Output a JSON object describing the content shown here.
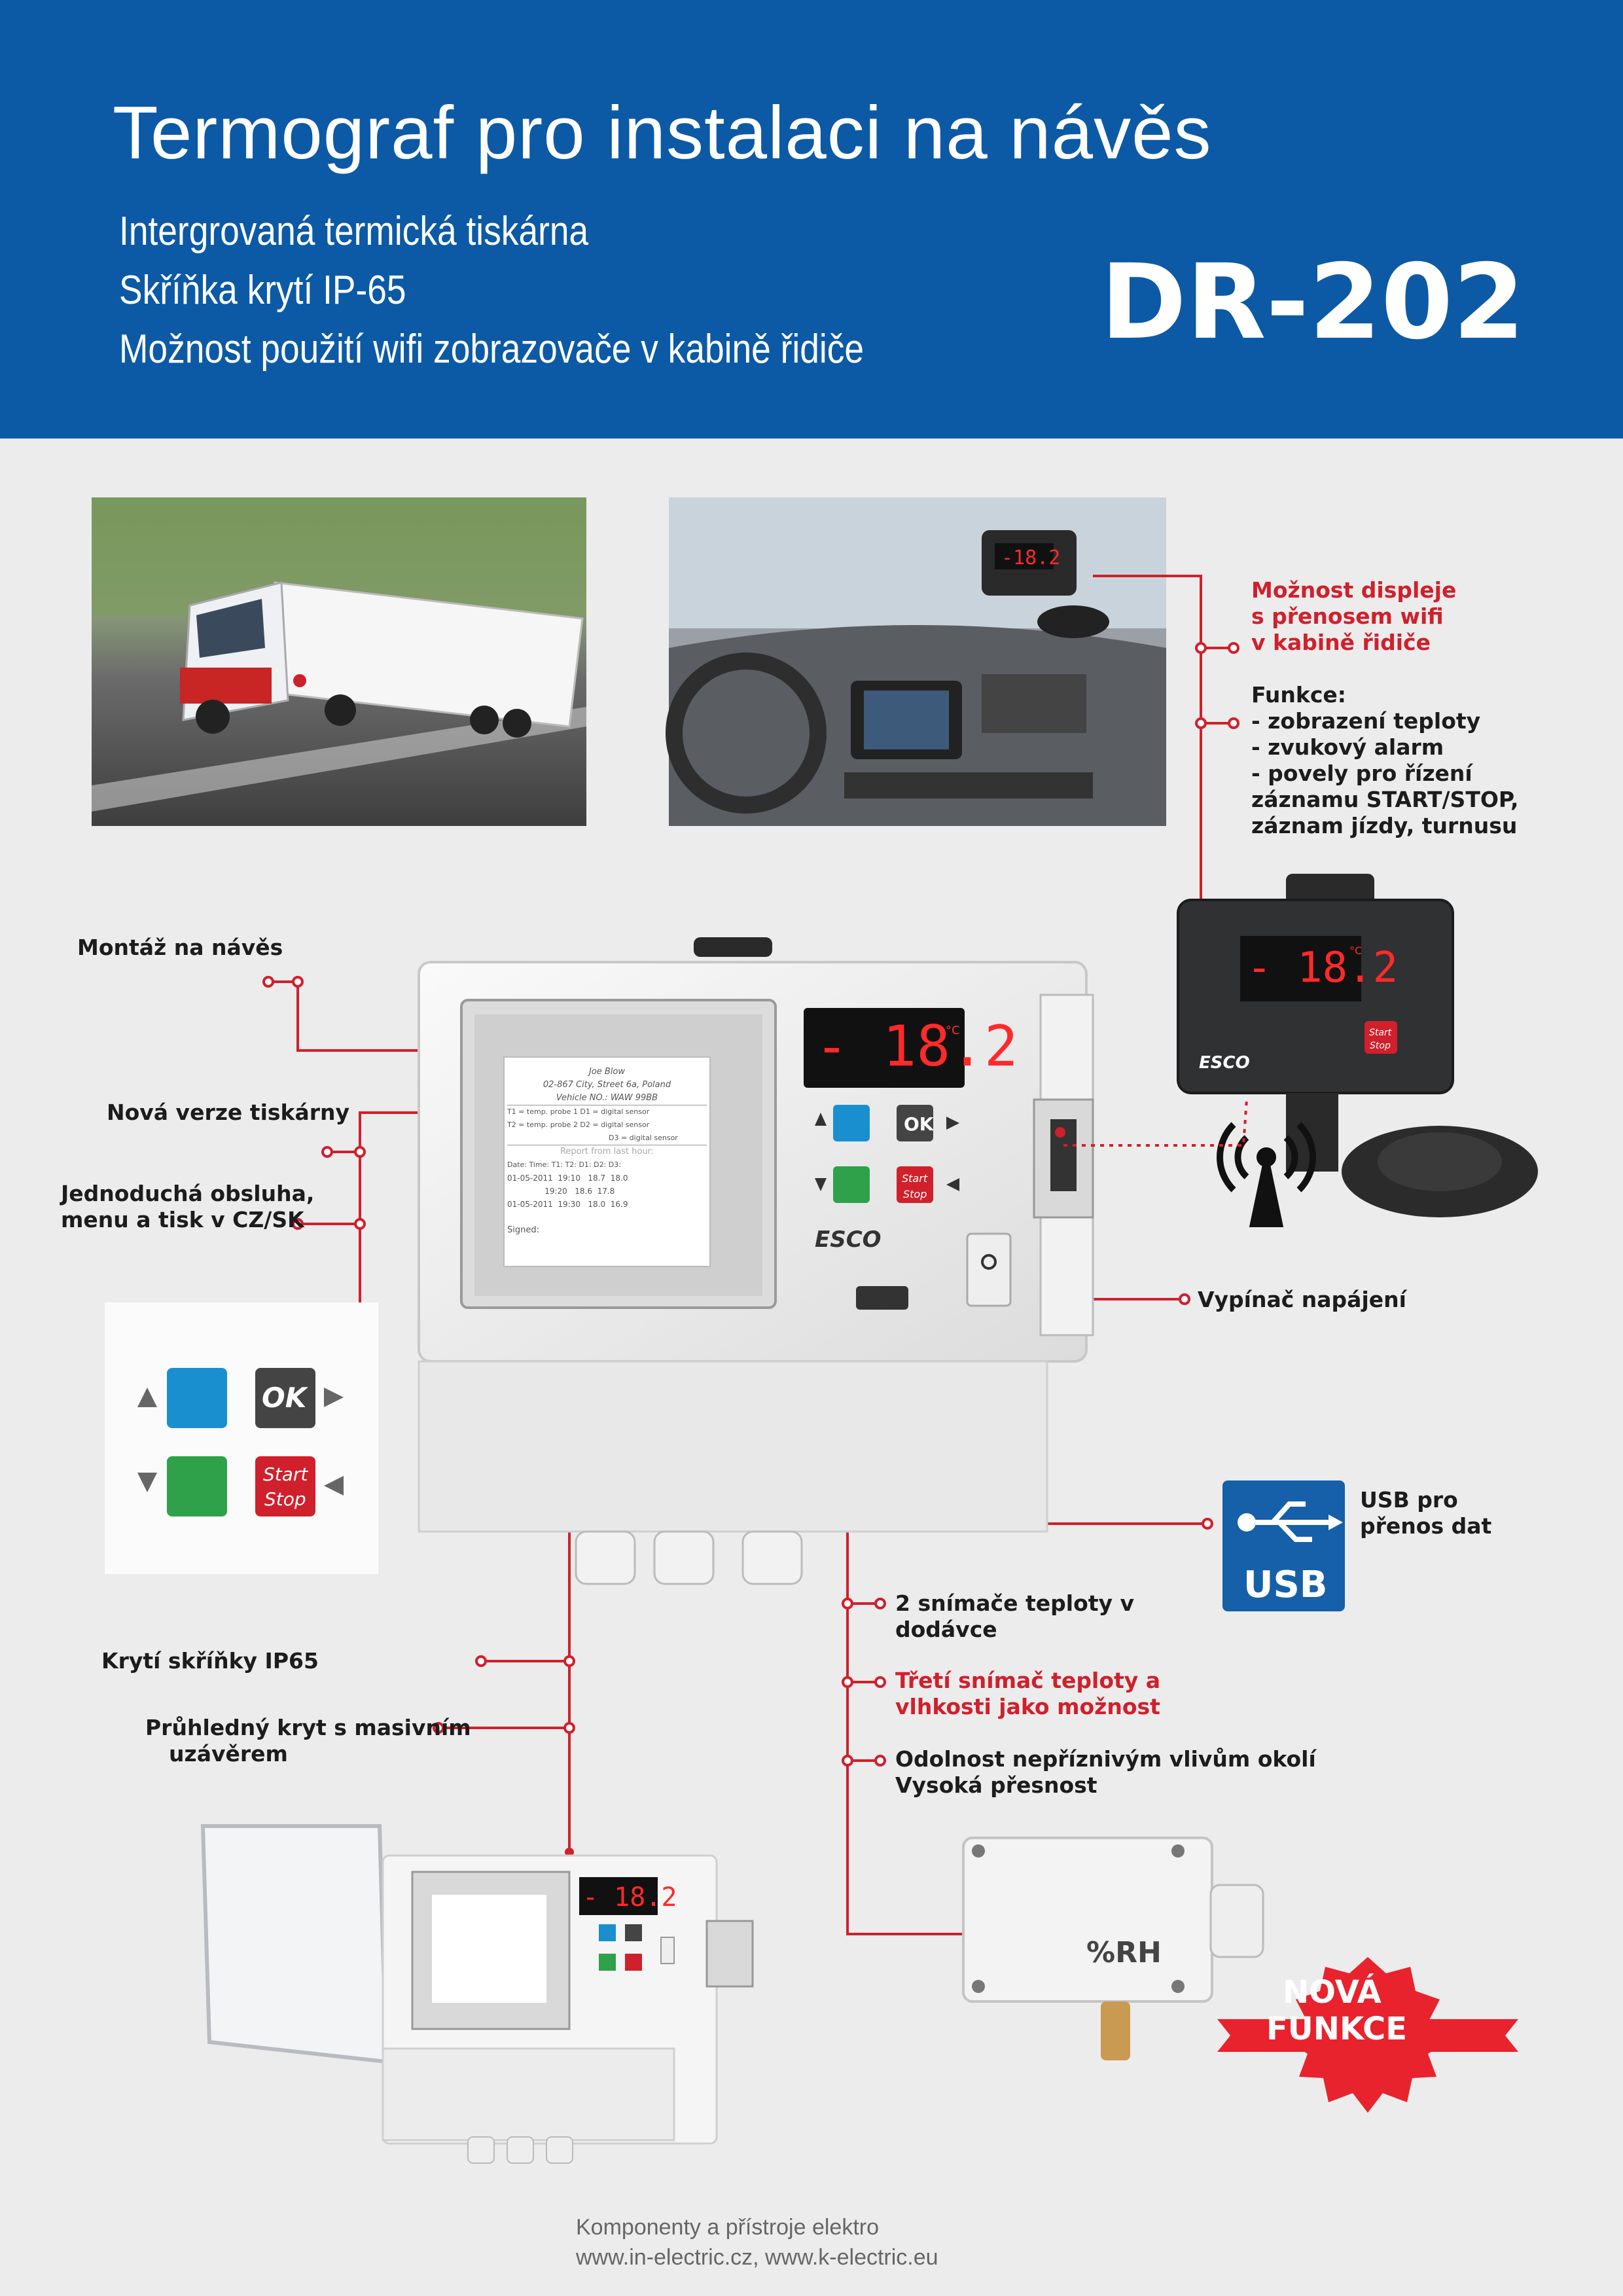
{
  "header": {
    "title": "Termograf pro instalaci na návěs",
    "features": [
      "Intergrovaná termická tiskárna",
      "Skříňka krytí IP-65",
      "Možnost použití wifi zobrazovače v kabině řidiče"
    ],
    "model": "DR-202"
  },
  "callouts": {
    "wifi_display": [
      "Možnost displeje",
      "s přenosem wifi",
      "v kabině řidiče"
    ],
    "functions_title": "Funkce:",
    "functions": [
      "- zobrazení teploty",
      "- zvukový alarm",
      "- povely pro řízení",
      "záznamu  START/STOP,",
      "záznam jízdy, turnusu"
    ],
    "mount": "Montáž na  návěs",
    "printer": "Nová verze tiskárny",
    "ease": [
      "Jednoduchá obsluha,",
      "menu a tisk  v CZ/SK"
    ],
    "power": "Vypínač napájení",
    "usb": [
      "USB pro",
      "přenos dat"
    ],
    "ip65": "Krytí skříňky IP65",
    "cover": [
      "Průhledný kryt s masivním",
      "uzávěrem"
    ],
    "sensors": [
      "2  snímače teploty v",
      "dodávce"
    ],
    "third": [
      "Třetí snímač  teploty a",
      "vlhkosti  jako možnost"
    ],
    "resist": [
      "Odolnost nepříznivým vlivům okolí",
      "Vysoká  přesnost"
    ]
  },
  "device": {
    "display_temp": "- 18.2",
    "unit": "°C",
    "ok_label": "OK",
    "start_label": "Start",
    "stop_label": "Stop",
    "brand": "ESCO",
    "usb_label": "USB",
    "rh_label": "%RH",
    "new_badge": [
      "NOVÁ",
      "FUNKCE"
    ]
  },
  "receipt": {
    "lines": [
      "Joe Blow",
      "02-867 City, Street 6a, Poland",
      "Vehicle NO.:  WAW 99BB",
      "T1 = temp. probe 1     D1 = digital sensor",
      "T2 = temp. probe 2     D2 = digital sensor",
      "D3 = digital sensor",
      "Report from last hour:",
      "Date:        Time:   T1:   T2:   D1: D2: D3:",
      "01-05-2011  19:10   18.7  18.0",
      "               19:20   18.6  17.8",
      "01-05-2011  19:30   18.0  16.9",
      "Signed:"
    ]
  },
  "footer": [
    "Komponenty a přístroje elektro",
    "www.in-electric.cz,  www.k-electric.eu"
  ],
  "colors": {
    "header_blue": "#0c5aa6",
    "accent_red": "#d0202c",
    "usb_blue": "#1560a9",
    "display_red": "#ff2a2a"
  }
}
